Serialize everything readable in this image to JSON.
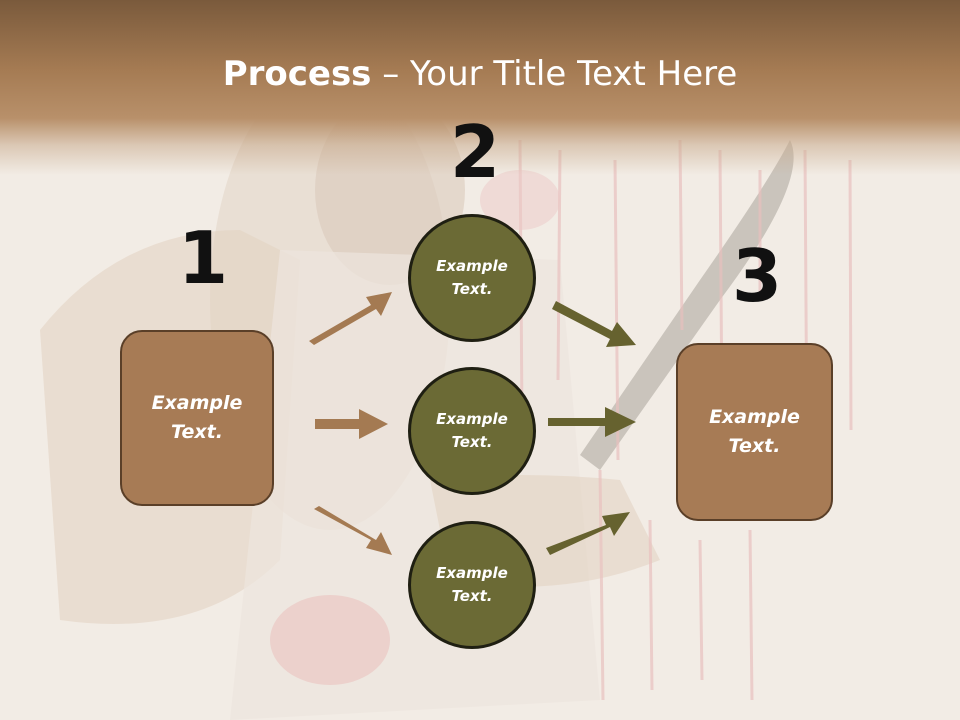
{
  "slide": {
    "title_bold": "Process",
    "title_rest": " – Your Title Text Here"
  },
  "steps": {
    "n1": "1",
    "n2": "2",
    "n3": "3"
  },
  "nodes": {
    "left_box": "Example\nText.",
    "circle_top": "Example\nText.",
    "circle_mid": "Example\nText.",
    "circle_bottom": "Example\nText.",
    "right_box": "Example\nText."
  },
  "colors": {
    "header_brown": "#a57b53",
    "box_fill": "#a77b55",
    "circle_fill": "#6b6a35",
    "arrow_left": "#a47a52",
    "arrow_right": "#66622f"
  }
}
